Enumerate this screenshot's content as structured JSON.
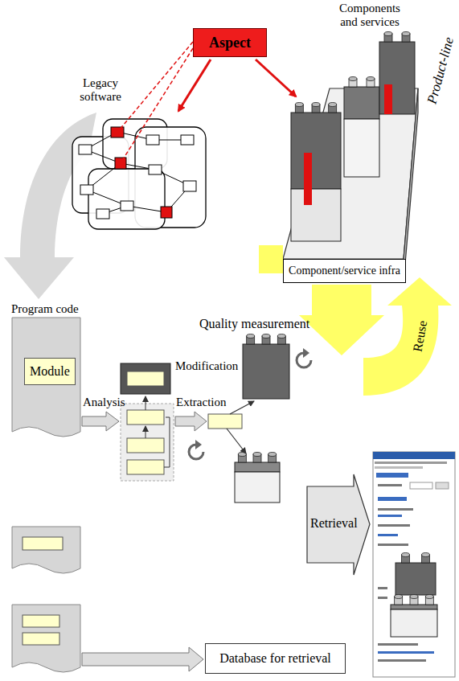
{
  "diagram": {
    "nodes": [
      {
        "text": [
          "Aspect"
        ]
      },
      {
        "text": [
          "Component/service infra"
        ]
      },
      {
        "text": [
          "Module"
        ]
      },
      {
        "text": [
          "Database for retrieval"
        ]
      }
    ],
    "labels": [
      "Legacy software",
      "Components and services",
      "Product-line",
      "Reuse",
      "Program code",
      "Analysis",
      "Extraction",
      "Quality measurement",
      "Modification",
      "Retrieval"
    ]
  }
}
